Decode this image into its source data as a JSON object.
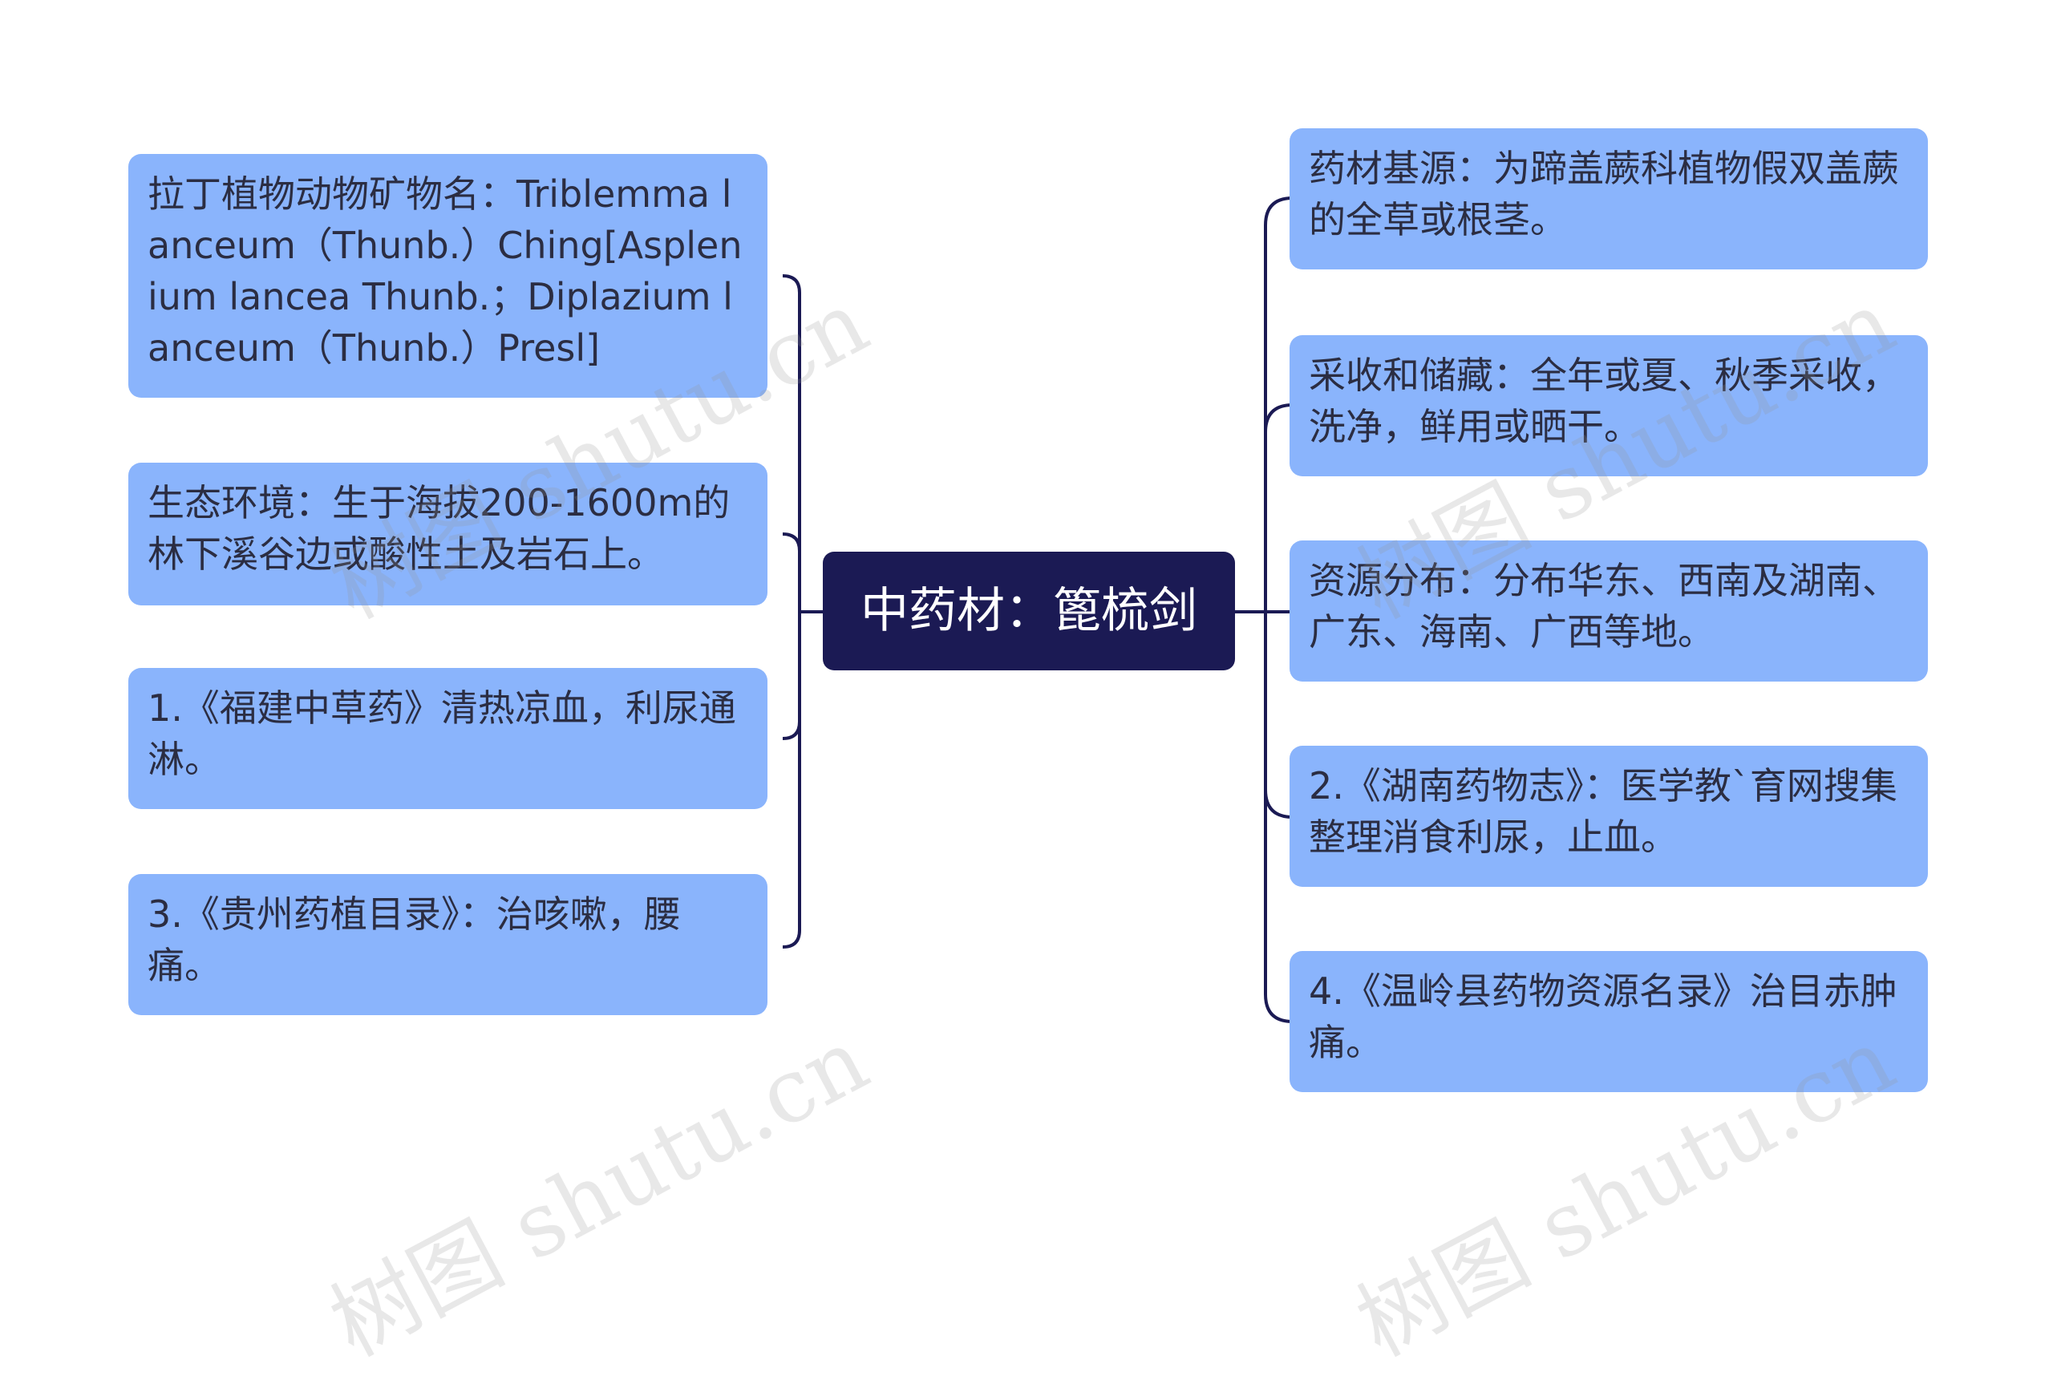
{
  "center": {
    "title": "中药材：篦梳剑"
  },
  "left_nodes": [
    {
      "text": "拉丁植物动物矿物名：Triblemma lanceum（Thunb.）Ching[Asplenium lancea Thunb.；Diplazium lanceum（Thunb.）Presl]"
    },
    {
      "text": "生态环境：生于海拔200-1600m的林下溪谷边或酸性土及岩石上。"
    },
    {
      "text": "1.《福建中草药》清热凉血，利尿通淋。"
    },
    {
      "text": "3.《贵州药植目录》：治咳嗽，腰痛。"
    }
  ],
  "right_nodes": [
    {
      "text": "药材基源：为蹄盖蕨科植物假双盖蕨的全草或根茎。"
    },
    {
      "text": "采收和储藏：全年或夏、秋季采收，洗净，鲜用或晒干。"
    },
    {
      "text": "资源分布：分布华东、西南及湖南、广东、海南、广西等地。"
    },
    {
      "text": "2.《湖南药物志》：医学教`育网搜集整理消食利尿，止血。"
    },
    {
      "text": "4.《温岭县药物资源名录》治目赤肿痛。"
    }
  ],
  "watermark": {
    "text": "树图 shutu.cn"
  },
  "colors": {
    "node_fill": "#8ab4fc",
    "center_fill": "#1b1a54",
    "connector": "#1b1a54",
    "node_text": "#2b2d42"
  }
}
